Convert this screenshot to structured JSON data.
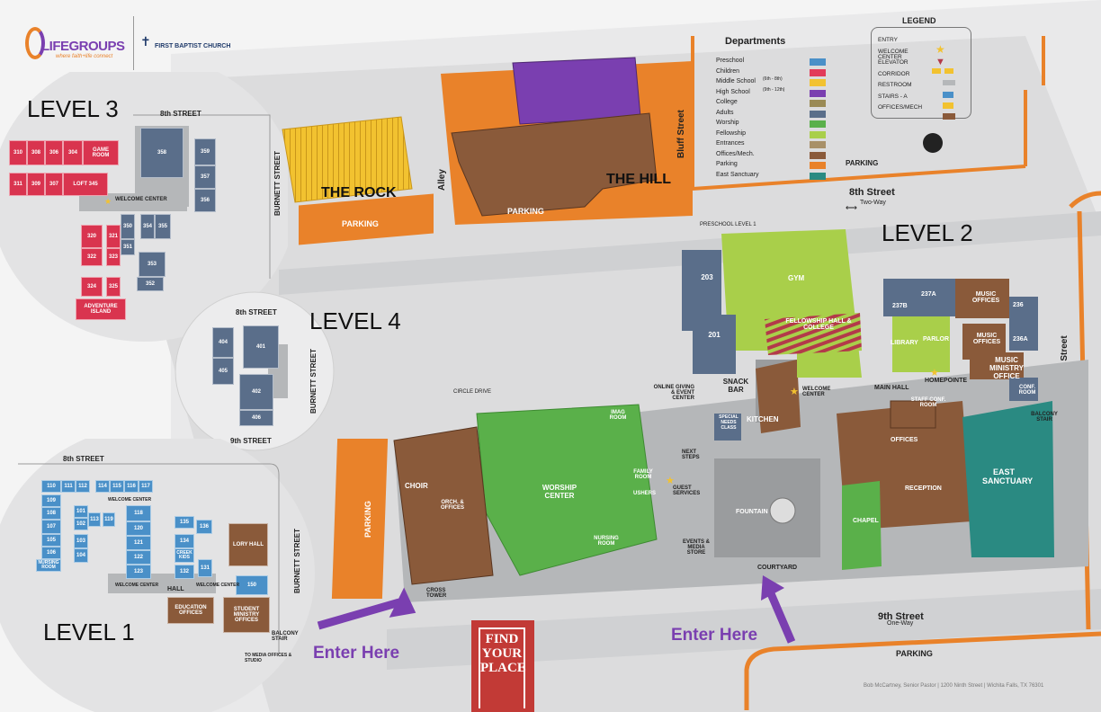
{
  "header": {
    "logo_main": "LIFEGROUPS",
    "logo_tagline": "where faith+life connect",
    "church_name": "FIRST BAPTIST CHURCH"
  },
  "colors": {
    "preschool": "#4a90c8",
    "children": "#e23b5a",
    "middle_school": "#f2c230",
    "high_school": "#7a3fb0",
    "college": "#9a8a55",
    "adults": "#5a6e8a",
    "worship": "#5ab04a",
    "fellowship": "#a9cf4a",
    "entrances": "#a89068",
    "offices": "#8a5a3a",
    "parking": "#e9822a",
    "east_sanctuary": "#2a8a82",
    "corridor": "#b5b7b9"
  },
  "levels": {
    "level1": "LEVEL 1",
    "level2": "LEVEL 2",
    "level3": "LEVEL 3",
    "level4": "LEVEL 4"
  },
  "legend": {
    "title": "LEGEND",
    "items": [
      "ENTRY",
      "WELCOME CENTER",
      "ELEVATOR",
      "CORRIDOR",
      "RESTROOM",
      "STAIRS - A",
      "OFFICES/MECH"
    ]
  },
  "departments": {
    "title": "Departments",
    "items": [
      "Preschool",
      "Children",
      "Middle School",
      "High School",
      "College",
      "Adults",
      "Worship",
      "Fellowship",
      "Entrances",
      "Offices/Mech.",
      "Parking",
      "East Sanctuary"
    ],
    "ms_range": "(6th - 8th)",
    "hs_range": "(9th - 12th)"
  },
  "streets": {
    "eighth": "8th Street",
    "eighth_caps": "8th STREET",
    "two_way": "Two-Way",
    "ninth": "9th Street",
    "ninth_caps": "9th STREET",
    "one_way": "One-Way",
    "burnett": "Burnett Street",
    "burnett_caps": "BURNETT STREET",
    "bluff": "Bluff Street",
    "alley": "Alley",
    "circle_drive": "CIRCLE DRIVE",
    "preschool_level": "PRESCHOOL LEVEL 1"
  },
  "places": {
    "the_rock": "THE ROCK",
    "the_hill": "THE HILL",
    "parking": "PARKING",
    "enter_here": "Enter Here",
    "find_your_place": "FIND YOUR PLACE",
    "gym": "GYM",
    "fellowship_hall": "FELLOWSHIP HALL & COLLEGE",
    "library": "LIBRARY",
    "parlor": "PARLOR",
    "music_offices": "MUSIC OFFICES",
    "music_ministry": "MUSIC MINISTRY OFFICE",
    "conf_room": "CONF. ROOM",
    "main_hall": "MAIN HALL",
    "homepointe": "HOMEPOINTE",
    "staff_conf": "STAFF CONF. ROOM",
    "offices": "OFFICES",
    "reception": "RECEPTION",
    "east_sanctuary": "EAST SANCTUARY",
    "chapel": "CHAPEL",
    "balcony_stair": "BALCONY STAIR",
    "snack_bar": "SNACK BAR",
    "kitchen": "KITCHEN",
    "welcome_center": "WELCOME CENTER",
    "special_needs": "SPECIAL NEEDS CLASS",
    "online_giving": "ONLINE GIVING & EVENT CENTER",
    "imag_room": "IMAG ROOM",
    "worship_center": "WORSHIP CENTER",
    "choir": "CHOIR",
    "orch": "ORCH. & OFFICES",
    "family_room": "FAMILY ROOM",
    "ushers": "USHERS",
    "next_steps": "NEXT STEPS",
    "guest_services": "GUEST SERVICES",
    "nursing_room": "NURSING ROOM",
    "events_media": "EVENTS & MEDIA STORE",
    "fountain": "FOUNTAIN",
    "courtyard": "COURTYARD",
    "cross_tower": "CROSS TOWER",
    "game_room": "GAME ROOM",
    "loft": "LOFT 345",
    "adventure_island": "ADVENTURE ISLAND",
    "education_offices": "EDUCATION OFFICES",
    "student_ministry": "STUDENT MINISTRY OFFICES",
    "lory_hall": "LORY HALL",
    "creek_kids": "CREEK KIDS",
    "hall": "HALL",
    "to_media": "TO MEDIA OFFICES & STUDIO",
    "nursing_room_l1": "NURSING ROOM"
  },
  "rooms": {
    "r203": "203",
    "r201": "201",
    "r237a": "237A",
    "r237b": "237B",
    "r236": "236",
    "r236a": "236A",
    "r310": "310",
    "r308": "308",
    "r306": "306",
    "r304": "304",
    "r311": "311",
    "r309": "309",
    "r307": "307",
    "r358": "358",
    "r359": "359",
    "r357": "357",
    "r356": "356",
    "r350": "350",
    "r354": "354",
    "r355": "355",
    "r351": "351",
    "r353": "353",
    "r352": "352",
    "r320": "320",
    "r321": "321",
    "r322": "322",
    "r323": "323",
    "r324": "324",
    "r325": "325",
    "r404": "404",
    "r401": "401",
    "r405": "405",
    "r402": "402",
    "r406": "406",
    "r110": "110",
    "r111": "111",
    "r112": "112",
    "r114": "114",
    "r115": "115",
    "r116": "116",
    "r117": "117",
    "r109": "109",
    "r108": "108",
    "r101": "101",
    "r107": "107",
    "r102": "102",
    "r113": "113",
    "r119": "119",
    "r105": "105",
    "r103": "103",
    "r106": "106",
    "r104": "104",
    "r118": "118",
    "r120": "120",
    "r121": "121",
    "r122": "122",
    "r123": "123",
    "r135": "135",
    "r136": "136",
    "r134": "134",
    "r132": "132",
    "r131": "131",
    "r150": "150"
  },
  "footer": {
    "credit": "Bob McCartney, Senior Pastor  |  1200 Ninth Street  |  Wichita Falls, TX 76301"
  }
}
